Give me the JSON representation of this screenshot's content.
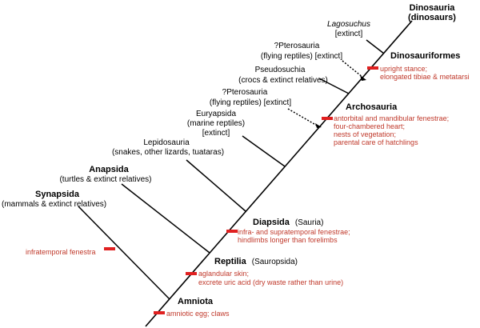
{
  "taxa": {
    "dinosauria": {
      "name": "Dinosauria",
      "sub": "(dinosaurs)"
    },
    "lagosuchus": {
      "name": "Lagosuchus",
      "sub": "[extinct]"
    },
    "pterosauria_upper": {
      "name": "?Pterosauria",
      "sub": "(flying reptiles) [extinct]"
    },
    "dinosauriformes": {
      "name": "Dinosauriformes"
    },
    "pseudosuchia": {
      "name": "Pseudosuchia",
      "sub": "(crocs & extinct relatives)"
    },
    "pterosauria_lower": {
      "name": "?Pterosauria",
      "sub": "(flying reptiles) [extinct]"
    },
    "archosauria": {
      "name": "Archosauria"
    },
    "euryapsida": {
      "name": "Euryapsida",
      "sub1": "(marine reptiles)",
      "sub2": "[extinct]"
    },
    "lepidosauria": {
      "name": "Lepidosauria",
      "sub": "(snakes, other lizards, tuataras)"
    },
    "anapsida": {
      "name": "Anapsida",
      "sub": "(turtles & extinct relatives)"
    },
    "synapsida": {
      "name": "Synapsida",
      "sub": "(mammals & extinct relatives)"
    },
    "diapsida": {
      "name": "Diapsida",
      "paren": "(Sauria)"
    },
    "reptilia": {
      "name": "Reptilia",
      "paren": "(Sauropsida)"
    },
    "amniota": {
      "name": "Amniota"
    }
  },
  "traits": {
    "dinosauriformes": [
      "upright stance;",
      "elongated tibiae & metatarsi"
    ],
    "archosauria": [
      "antorbital and mandibular fenestrae;",
      "four-chambered heart;",
      "nests of vegetation;",
      "parental care of hatchlings"
    ],
    "diapsida": [
      "infra- and supratemporal fenestrae;",
      "hindlimbs longer than forelimbs"
    ],
    "synapsida": [
      "infratemporal fenestra"
    ],
    "reptilia": [
      "aglandular skin;",
      "excrete uric acid (dry waste rather than urine)"
    ],
    "amniota": [
      "amniotic egg; claws"
    ]
  },
  "colors": {
    "line": "#000000",
    "trait_marker": "#e02020",
    "trait_text": "#c0392b"
  }
}
